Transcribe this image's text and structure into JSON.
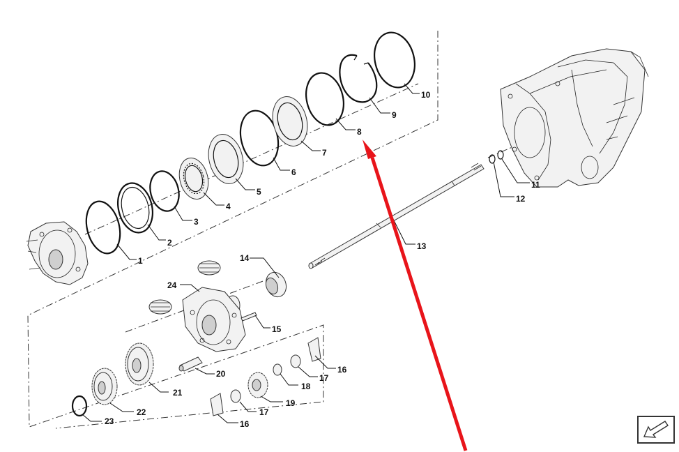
{
  "diagram": {
    "callouts": {
      "c1": "1",
      "c2": "2",
      "c3": "3",
      "c4": "4",
      "c5": "5",
      "c6": "6",
      "c7": "7",
      "c8": "8",
      "c9": "9",
      "c10": "10",
      "c11": "11",
      "c12": "12",
      "c13": "13",
      "c14": "14",
      "c15": "15",
      "c16a": "16",
      "c16b": "16",
      "c17a": "17",
      "c17b": "17",
      "c18": "18",
      "c19": "19",
      "c20": "20",
      "c21": "21",
      "c22": "22",
      "c23": "23",
      "c24": "24"
    },
    "highlight_color": "#e8141a",
    "nav_icon": "arrow-down-left-icon"
  }
}
